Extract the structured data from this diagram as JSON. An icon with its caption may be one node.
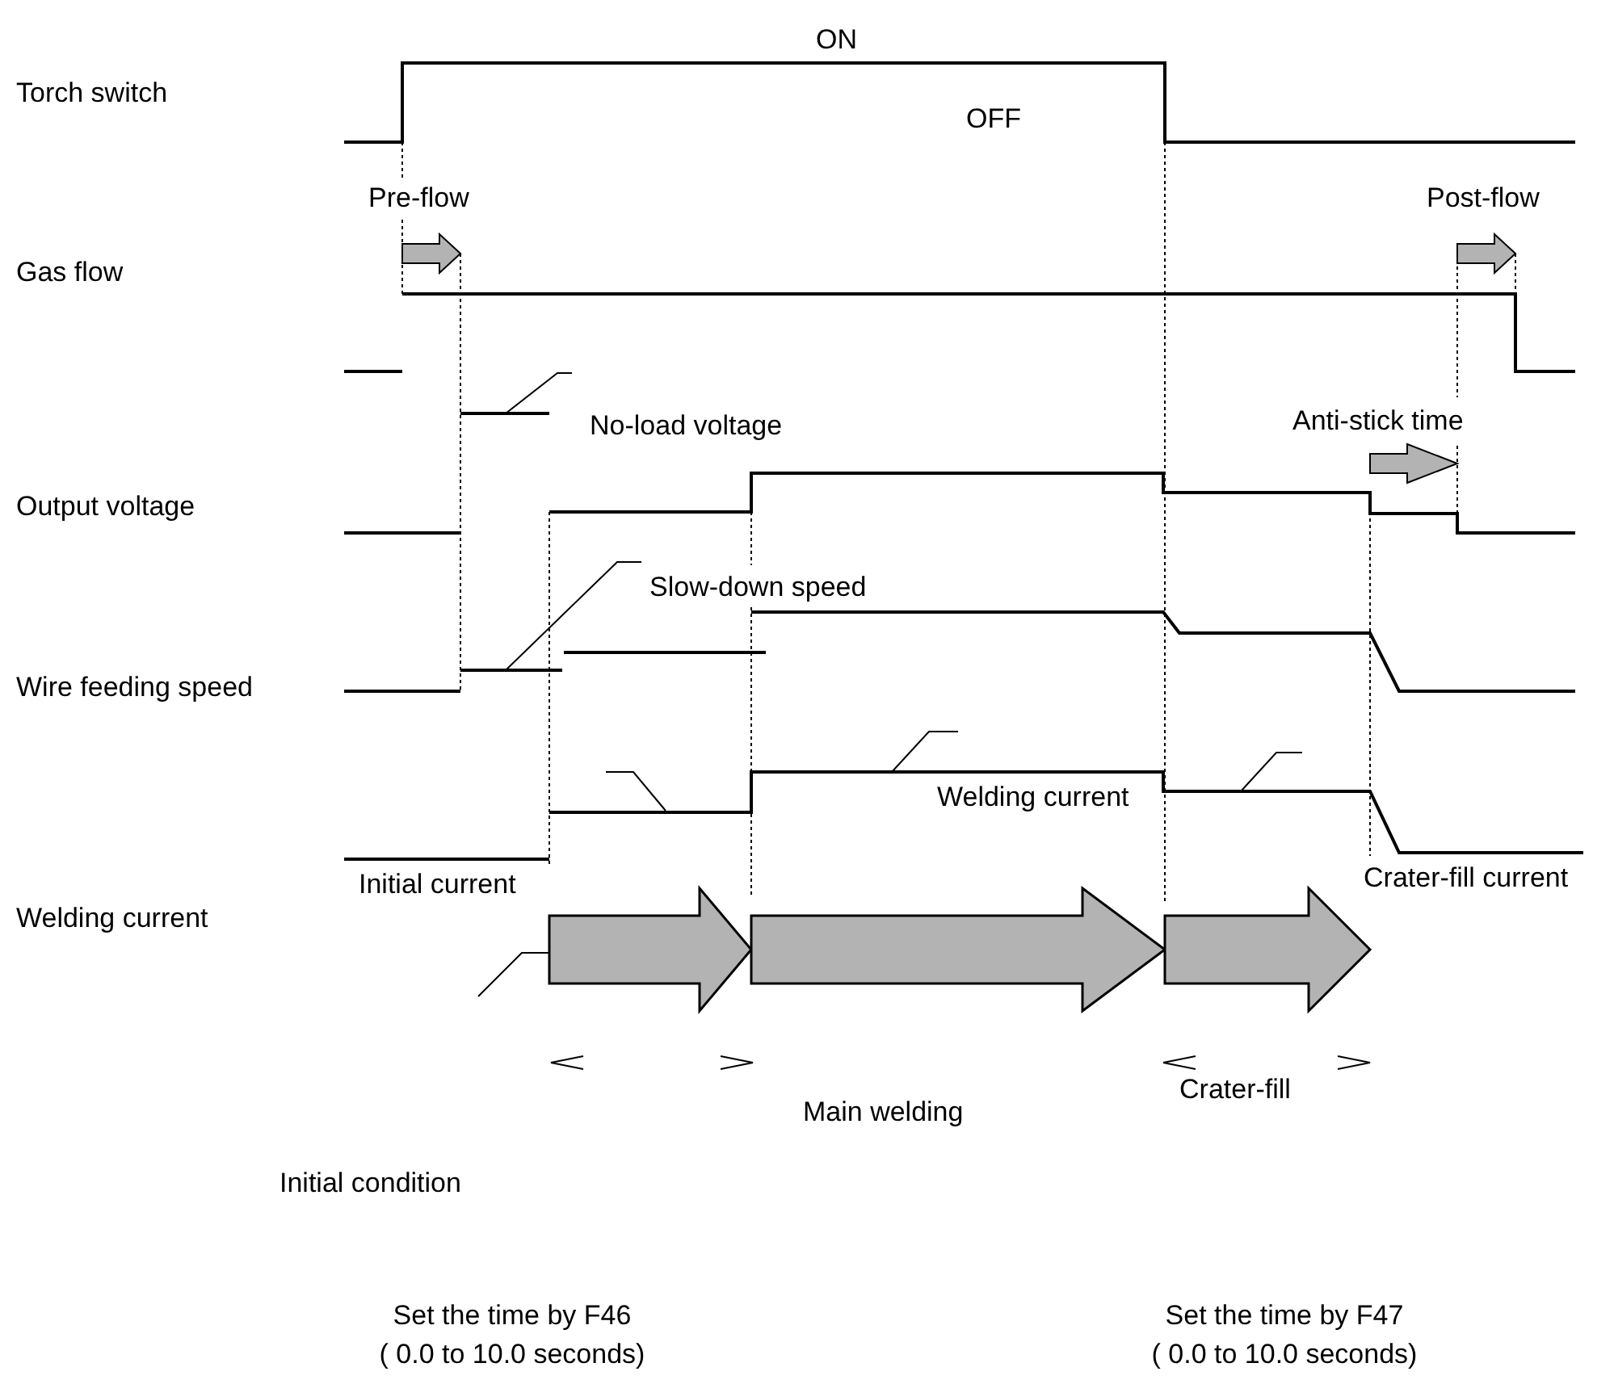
{
  "diagram": {
    "labels": [
      "ON",
      "Torch switch",
      "OFF",
      "Pre-flow",
      "Post-flow",
      "Gas flow",
      "No-load voltage",
      "Anti-stick time",
      "Output voltage",
      "Slow-down speed",
      "Wire feeding speed",
      "Welding current",
      "Initial current",
      "Crater-fill current",
      "Welding current",
      "Main welding",
      "Crater-fill",
      "Initial condition",
      "Set the time by F46",
      "( 0.0 to 10.0 seconds)",
      "Set the time by F47",
      "( 0.0 to 10.0 seconds)"
    ]
  }
}
